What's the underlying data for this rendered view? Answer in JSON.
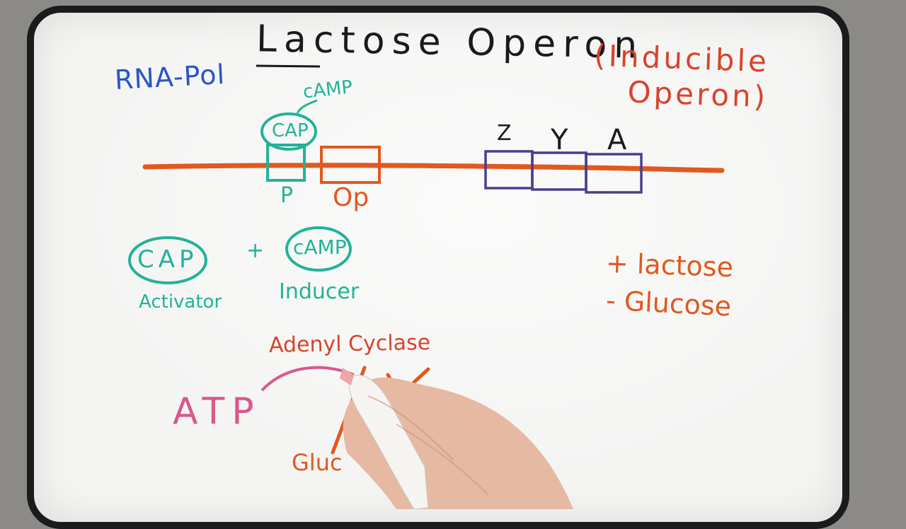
{
  "whiteboard": {
    "title": "Lactose Operon",
    "subtitle": "(Inducible Operon)",
    "rna_pol_label": "RNA-Pol",
    "camp_small_label": "cAMP",
    "cap_bound_label": "CAP",
    "promoter_label": "P",
    "operator_label": "Op",
    "gene_labels": [
      "Z",
      "Y",
      "A"
    ],
    "activator_circle": "CAP",
    "plus_sign": "+",
    "inducer_circle": "cAMP",
    "activator_label": "Activator",
    "inducer_label": "Inducer",
    "conditions": [
      "+ lactose",
      "- Glucose"
    ],
    "enzyme_label": "Adenyl Cyclase",
    "substrate_label": "ATP",
    "inhibitor_label": "Gluc"
  },
  "colors": {
    "black": "#1a1a1a",
    "blue": "#2a55c9",
    "teal": "#23b29a",
    "orange": "#e2581f",
    "red": "#d9432c",
    "pink": "#d9578d",
    "purple": "#4b3e8e"
  }
}
